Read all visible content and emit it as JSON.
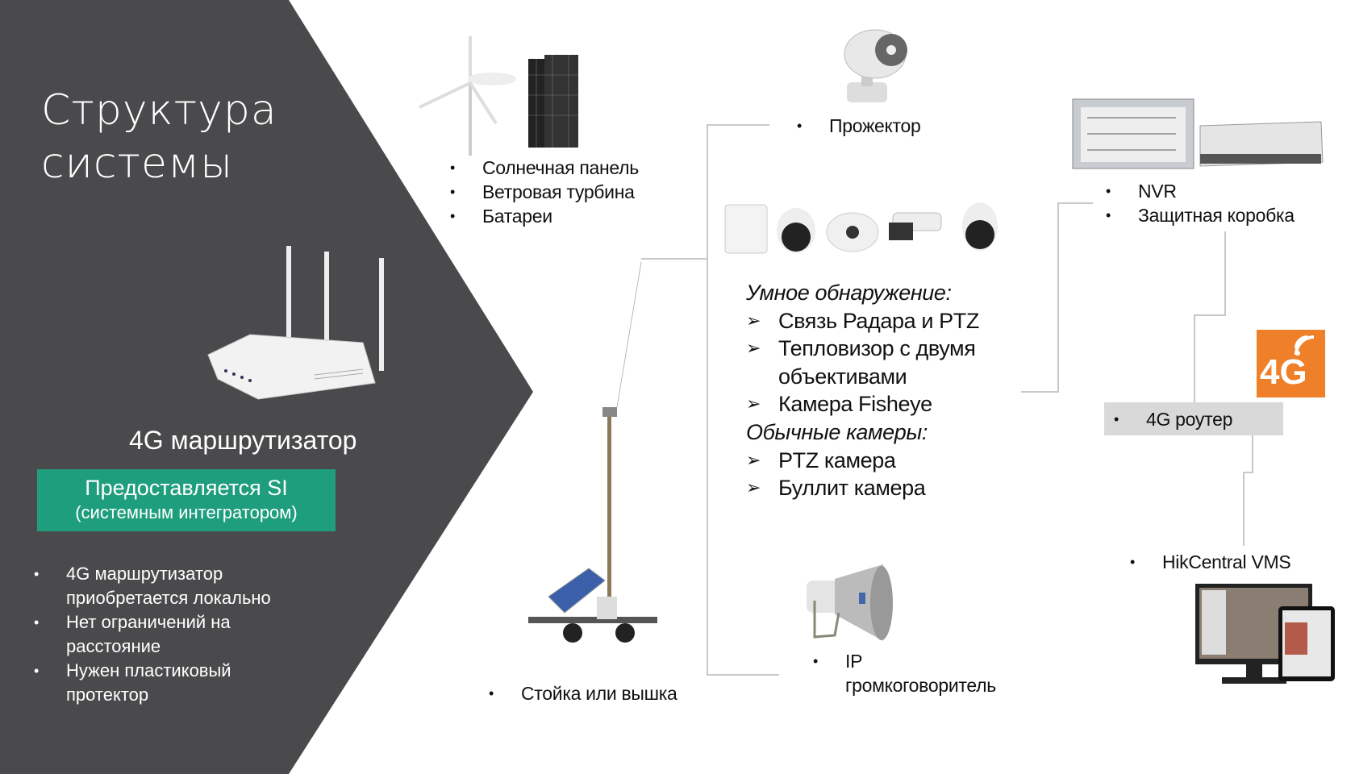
{
  "title": {
    "line1": "Структура",
    "line2": "системы"
  },
  "router": {
    "label": "4G маршрутизатор",
    "badge_line1": "Предоставляется SI",
    "badge_line2": "(системным интегратором)",
    "notes": [
      "4G маршрутизатор",
      "приобретается локально",
      "Нет ограничений на",
      "расстояние",
      "Нужен пластиковый",
      "протектор"
    ]
  },
  "power": {
    "items": [
      "Солнечная панель",
      "Ветровая турбина",
      "Батареи"
    ]
  },
  "projector": {
    "label": "Прожектор"
  },
  "detection": {
    "smart_heading": "Умное обнаружение:",
    "smart_items": [
      "Связь Радара и PTZ",
      "Тепловизор с двумя",
      "объективами",
      "Камера Fisheye"
    ],
    "regular_heading": "Обычные камеры:",
    "regular_items": [
      "PTZ камера",
      "Буллит камера"
    ]
  },
  "tower": {
    "label": "Стойка или вышка"
  },
  "speaker": {
    "line1": "IP",
    "line2": "громкоговоритель"
  },
  "nvr": {
    "items": [
      "NVR",
      "Защитная коробка"
    ]
  },
  "lte": {
    "icon_text": "4G",
    "router_label": "4G роутер"
  },
  "vms": {
    "label": "HikCentral VMS"
  },
  "colors": {
    "dark": "#4a4a4c",
    "green": "#1f9e7d",
    "orange": "#f07f2a",
    "gray_box": "#d9d9d9"
  }
}
